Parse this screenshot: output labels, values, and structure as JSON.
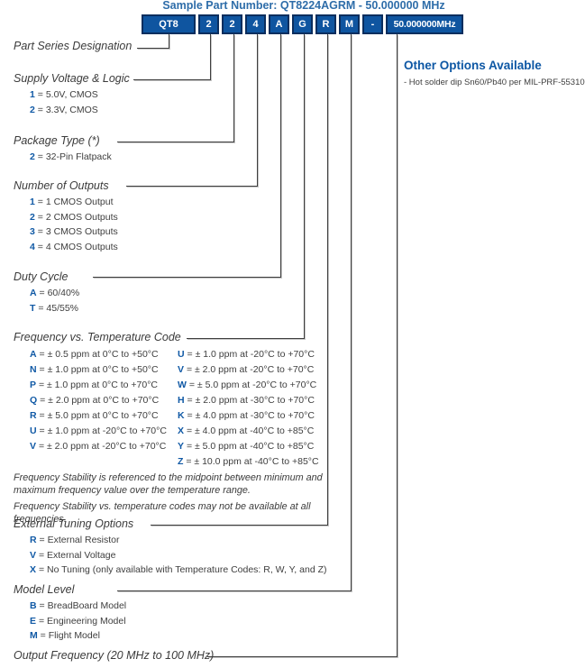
{
  "title": "Sample Part Number: QT8224AGRM - 50.000000 MHz",
  "boxes": [
    "QT8",
    "2",
    "2",
    "4",
    "A",
    "G",
    "R",
    "M",
    "-",
    "50.000000MHz"
  ],
  "other_options": {
    "heading": "Other Options Available",
    "item": "- Hot solder dip Sn60/Pb40 per MIL-PRF-55310"
  },
  "sections": {
    "part_series": {
      "heading": "Part Series Designation"
    },
    "supply": {
      "heading": "Supply Voltage & Logic",
      "items": [
        {
          "code": "1",
          "desc": "= 5.0V, CMOS"
        },
        {
          "code": "2",
          "desc": "= 3.3V, CMOS"
        }
      ]
    },
    "package": {
      "heading": "Package Type (*)",
      "items": [
        {
          "code": "2",
          "desc": "= 32-Pin Flatpack"
        }
      ]
    },
    "outputs": {
      "heading": "Number of Outputs",
      "items": [
        {
          "code": "1",
          "desc": "= 1 CMOS Output"
        },
        {
          "code": "2",
          "desc": "= 2 CMOS Outputs"
        },
        {
          "code": "3",
          "desc": "= 3 CMOS Outputs"
        },
        {
          "code": "4",
          "desc": "= 4 CMOS Outputs"
        }
      ]
    },
    "duty": {
      "heading": "Duty Cycle",
      "items": [
        {
          "code": "A",
          "desc": "= 60/40%"
        },
        {
          "code": "T",
          "desc": "= 45/55%"
        }
      ]
    },
    "freq_temp": {
      "heading": "Frequency vs. Temperature Code",
      "left": [
        {
          "code": "A",
          "desc": "= ± 0.5 ppm at 0°C to +50°C"
        },
        {
          "code": "N",
          "desc": "= ± 1.0 ppm at 0°C to +50°C"
        },
        {
          "code": "P",
          "desc": "= ± 1.0 ppm at 0°C to +70°C"
        },
        {
          "code": "Q",
          "desc": "= ± 2.0 ppm at 0°C to +70°C"
        },
        {
          "code": "R",
          "desc": "= ± 5.0 ppm at 0°C to +70°C"
        },
        {
          "code": "U",
          "desc": "= ± 1.0 ppm at -20°C to +70°C"
        },
        {
          "code": "V",
          "desc": "= ± 2.0 ppm at -20°C to +70°C"
        }
      ],
      "right": [
        {
          "code": "U",
          "desc": "= ± 1.0 ppm at -20°C to +70°C"
        },
        {
          "code": "V",
          "desc": "= ± 2.0 ppm at -20°C to +70°C"
        },
        {
          "code": "W",
          "desc": "= ± 5.0 ppm at -20°C to +70°C"
        },
        {
          "code": "H",
          "desc": "= ± 2.0 ppm at -30°C to +70°C"
        },
        {
          "code": "K",
          "desc": "= ± 4.0 ppm at -30°C to +70°C"
        },
        {
          "code": "X",
          "desc": "= ± 4.0 ppm at -40°C to +85°C"
        },
        {
          "code": "Y",
          "desc": "= ± 5.0 ppm at -40°C to +85°C"
        },
        {
          "code": "Z",
          "desc": "= ± 10.0 ppm at -40°C to +85°C"
        }
      ],
      "notes": [
        "Frequency Stability is referenced to the midpoint between minimum and maximum frequency value over the temperature range.",
        "Frequency Stability vs. temperature codes may not be available at all frequencies."
      ]
    },
    "tuning": {
      "heading": "External Tuning Options",
      "items": [
        {
          "code": "R",
          "desc": "= External Resistor"
        },
        {
          "code": "V",
          "desc": "= External Voltage"
        },
        {
          "code": "X",
          "desc": "= No Tuning (only available with Temperature Codes: R, W, Y, and Z)"
        }
      ]
    },
    "model": {
      "heading": "Model Level",
      "items": [
        {
          "code": "B",
          "desc": "= BreadBoard Model"
        },
        {
          "code": "E",
          "desc": "= Engineering Model"
        },
        {
          "code": "M",
          "desc": "= Flight Model"
        }
      ]
    },
    "output_freq": {
      "heading": "Output Frequency (20 MHz to 100 MHz)"
    }
  },
  "colors": {
    "box_fill": "#0f55a0",
    "box_border": "#0b2e5e",
    "accent_blue": "#1059a5",
    "title_blue": "#2e6da9",
    "text": "#3e3e3e"
  }
}
